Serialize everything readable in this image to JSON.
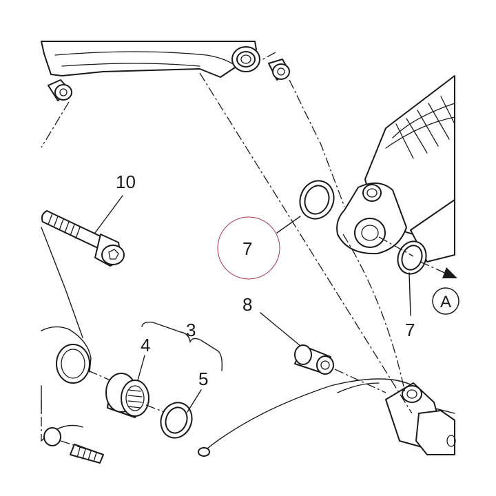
{
  "callouts": {
    "c1": "10",
    "c2": "7",
    "c3": "7",
    "c4": "8",
    "c5": "3",
    "c6": "4",
    "c7": "5"
  },
  "view_marker": "A",
  "colors": {
    "line": "#1a1a1a",
    "highlight": "#a8324a"
  }
}
